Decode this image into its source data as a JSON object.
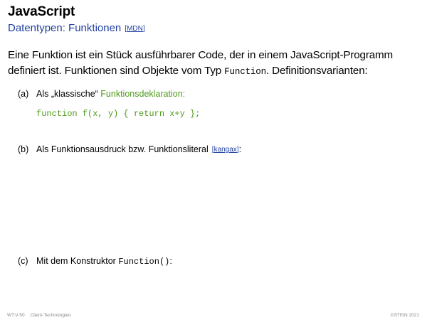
{
  "header": {
    "title": "JavaScript",
    "subtitle": "Datentypen: Funktionen",
    "ref_label": "MDN"
  },
  "intro": {
    "text_before": "Eine Funktion ist ein Stück ausführbarer Code, der in einem JavaScript-Programm definiert ist. Funktionen sind Objekte vom Typ ",
    "code": "Function",
    "text_after": ". Definitionsvarianten:"
  },
  "items": [
    {
      "label": "(a)",
      "text": "Als „klassische“ ",
      "highlight": "Funktionsdeklaration:",
      "code": "function f(x, y) { return x+y };"
    },
    {
      "label": "(b)",
      "text": "Als Funktionsausdruck bzw. Funktionsliteral",
      "ref_label": "kangax",
      "suffix": ":"
    },
    {
      "label": "(c)",
      "text": "Mit dem Konstruktor ",
      "code": "Function()",
      "suffix": ":"
    }
  ],
  "footer": {
    "slide_id": "WT:V-50",
    "course": "Client-Technologien",
    "copyright": "©STEIN 2021"
  },
  "colors": {
    "accent_blue": "#1f3f9f",
    "code_green": "#4e9a1a",
    "footer_gray": "#8a8a8a"
  }
}
